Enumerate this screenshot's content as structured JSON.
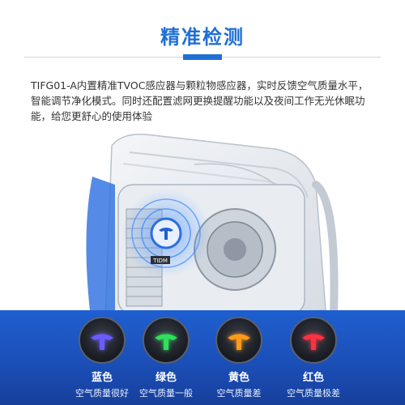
{
  "header": {
    "title": "精准检测",
    "accent_color": "#1f6fd6"
  },
  "description": {
    "text": "TIFG01-A内置精准TVOC感应器与颗粒物感应器，实时反馈空气质量水平，智能调节净化模式。同时还配置滤网更换提醒功能以及夜间工作无光休眠功能，给您更舒心的使用体验"
  },
  "product": {
    "badge_text": "TIDM",
    "icon": "sensor-indicator-icon"
  },
  "indicators": [
    {
      "color_name": "蓝色",
      "status": "空气质量很好",
      "color": "#6b5cff",
      "icon": "t-shape-icon"
    },
    {
      "color_name": "绿色",
      "status": "空气质量一般",
      "color": "#2fe05a",
      "icon": "t-shape-icon"
    },
    {
      "color_name": "黄色",
      "status": "空气质量差",
      "color": "#ff9a1a",
      "icon": "t-shape-icon"
    },
    {
      "color_name": "红色",
      "status": "空气质量极差",
      "color": "#ff3040",
      "icon": "t-shape-icon"
    }
  ]
}
